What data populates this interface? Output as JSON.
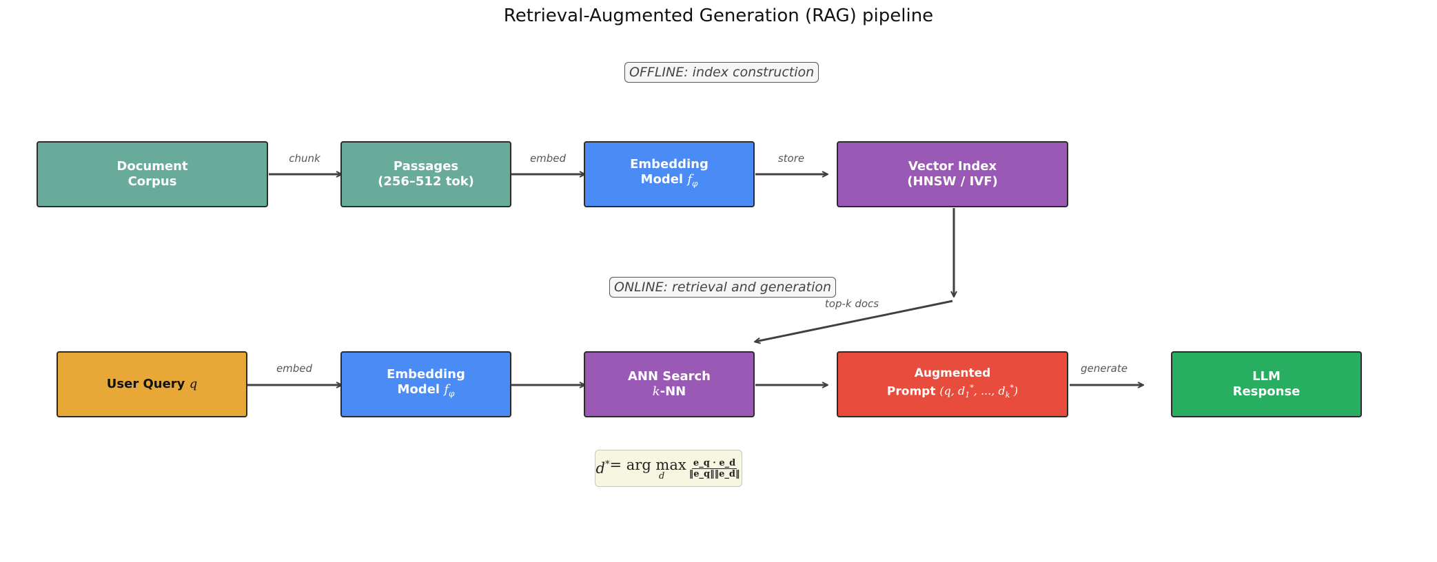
{
  "title": "Retrieval-Augmented Generation (RAG) pipeline",
  "sections": {
    "offline": "OFFLINE: index construction",
    "online": "ONLINE: retrieval and generation"
  },
  "colors": {
    "corpus": "#69ab9a",
    "embedding": "#4a8bf5",
    "index": "#9b59b6",
    "query": "#e8a838",
    "prompt": "#e74c3c",
    "response": "#27ae60",
    "arrow": "#404040"
  },
  "nodes": {
    "doc_corpus": [
      "Document",
      "Corpus"
    ],
    "passages": [
      "Passages",
      "(256–512 tok)"
    ],
    "embed_offline": [
      "Embedding",
      "Model",
      "f",
      "φ"
    ],
    "vector_index": [
      "Vector Index",
      "(HNSW / IVF)"
    ],
    "user_query": [
      "User Query",
      "q"
    ],
    "embed_online": [
      "Embedding",
      "Model",
      "f",
      "φ"
    ],
    "ann_search": [
      "ANN Search",
      "k",
      "-NN"
    ],
    "augmented": [
      "Augmented",
      "Prompt",
      "(q, d",
      "1",
      "*",
      ", ..., d",
      "k",
      "*",
      ")"
    ],
    "llm_response": [
      "LLM",
      "Response"
    ]
  },
  "edge_labels": {
    "chunk": "chunk",
    "embed_offline": "embed",
    "store": "store",
    "topk": "top-k docs",
    "embed_online": "embed",
    "generate": "generate"
  },
  "formula": {
    "lhs": "d",
    "star": "*",
    "eq": " = arg max",
    "sub": "d",
    "num": "e_q · e_d",
    "den": "‖e_q‖‖e_d‖"
  }
}
